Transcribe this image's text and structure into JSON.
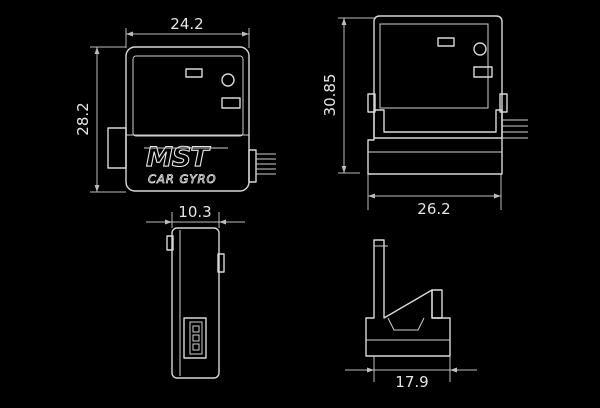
{
  "dimensions": {
    "front_width": "24.2",
    "front_height": "28.2",
    "side_height": "30.85",
    "side_width": "26.2",
    "bottom_depth": "10.3",
    "mount_width": "17.9"
  },
  "label": {
    "brand": "MST",
    "product": "CAR GYRO"
  }
}
